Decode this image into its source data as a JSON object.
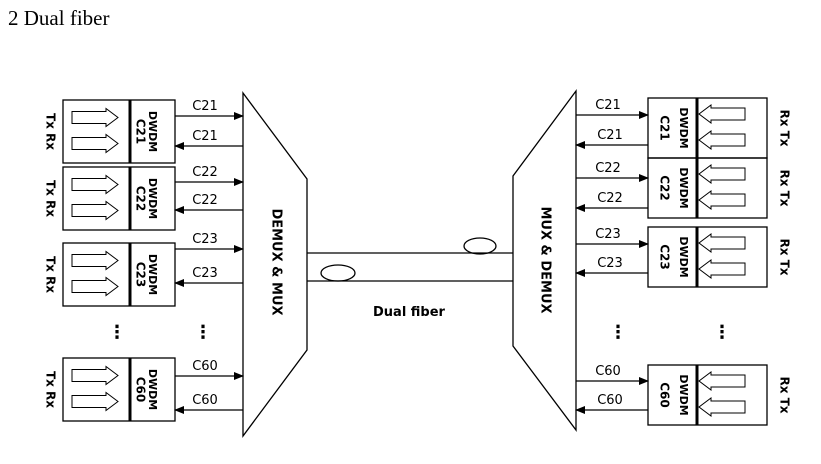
{
  "title": "2 Dual fiber",
  "left_mux_label": "DEMUX & MUX",
  "right_mux_label": "MUX & DEMUX",
  "fiber_label": "Dual    fiber",
  "left_side_label": "Tx Rx",
  "right_side_label": "Rx Tx",
  "module_prefix": "DWDM",
  "ellipsis": "⋮",
  "channels": [
    "C21",
    "C22",
    "C23",
    "C60"
  ]
}
